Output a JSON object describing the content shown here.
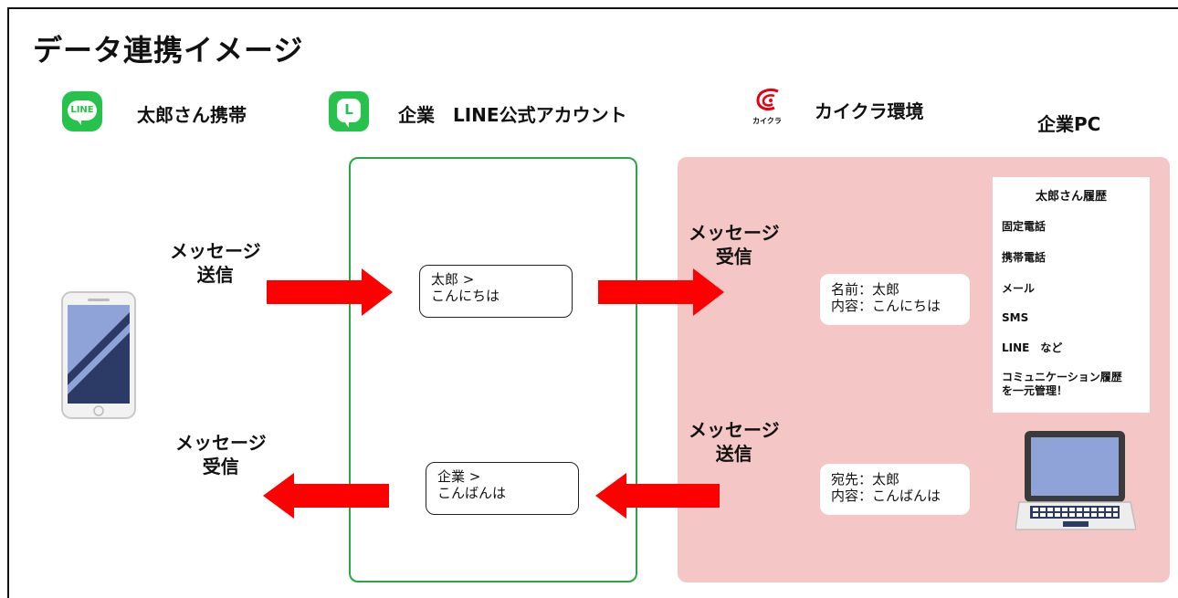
{
  "title": "データ連携イメージ",
  "headers": {
    "taro_phone": "太郎さん携帯",
    "line_oa": "企業　LINE公式アカウント",
    "kaikura": "カイクラ環境",
    "company_pc": "企業PC"
  },
  "logos": {
    "line_app_text": "LINE",
    "line_oa_text": "L",
    "kaikura_brand": "カイクラ"
  },
  "flows": {
    "send_from_phone": [
      "メッセージ",
      "送信"
    ],
    "receive_at_kaikura": [
      "メッセージ",
      "受信"
    ],
    "send_from_kaikura": [
      "メッセージ",
      "送信"
    ],
    "receive_at_phone": [
      "メッセージ",
      "受信"
    ]
  },
  "messages": {
    "incoming": [
      "太郎 >",
      "こんにちは"
    ],
    "outgoing": [
      "企業 >",
      "こんばんは"
    ]
  },
  "kaikura_cards": {
    "received": [
      "名前：太郎",
      "内容：こんにちは"
    ],
    "sent": [
      "宛先：太郎",
      "内容：こんばんは"
    ]
  },
  "history": {
    "title": "太郎さん履歴",
    "items": [
      "固定電話",
      "携帯電話",
      "メール",
      "SMS",
      "LINE　など"
    ],
    "note": [
      "コミュニケーション履歴",
      "を一元管理！"
    ]
  },
  "colors": {
    "line_green": "#27c24c",
    "oa_border": "#27a844",
    "kaikura_bg": "#f4c6c6",
    "arrow_red": "#ff0000"
  }
}
